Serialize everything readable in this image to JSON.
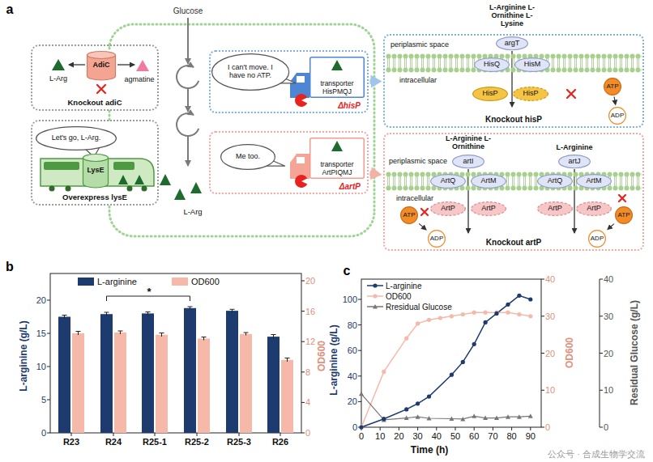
{
  "diagram": {
    "nodes": [
      {
        "text": [
          "Knockout adiC"
        ]
      },
      {
        "text": [
          "AdiC"
        ],
        "in": 0
      },
      {
        "text": [
          "Overexpress lysE"
        ]
      },
      {
        "text": [
          "Let's go, L-Arg."
        ],
        "in": 2
      },
      {
        "text": [
          "LysE"
        ],
        "in": 2
      },
      {
        "text": [
          "ΔhisP"
        ]
      },
      {
        "text": [
          "I can't move. I have no ATP."
        ],
        "in": 5
      },
      {
        "text": [
          "transporter HisPMQJ"
        ],
        "in": 5
      },
      {
        "text": [
          "ΔartP"
        ]
      },
      {
        "text": [
          "Me too."
        ],
        "in": 8
      },
      {
        "text": [
          "transporter ArtPIQMJ"
        ],
        "in": 8
      },
      {
        "text": [
          "Knockout hisP"
        ]
      },
      {
        "text": [
          "argT"
        ],
        "in": 11
      },
      {
        "text": [
          "HisQ"
        ],
        "in": 11
      },
      {
        "text": [
          "HisM"
        ],
        "in": 11
      },
      {
        "text": [
          "HisP"
        ],
        "in": 11
      },
      {
        "text": [
          "HisP"
        ],
        "in": 11
      },
      {
        "text": [
          "ATP"
        ],
        "in": 11
      },
      {
        "text": [
          "ADP"
        ],
        "in": 11
      },
      {
        "text": [
          "Knockout artP"
        ]
      },
      {
        "text": [
          "artI"
        ],
        "in": 19
      },
      {
        "text": [
          "ArtQ"
        ],
        "in": 19
      },
      {
        "text": [
          "ArtM"
        ],
        "in": 19
      },
      {
        "text": [
          "artJ"
        ],
        "in": 19
      },
      {
        "text": [
          "ArtQ"
        ],
        "in": 19
      },
      {
        "text": [
          "ArtM"
        ],
        "in": 19
      },
      {
        "text": [
          "ArtP"
        ],
        "in": 19
      },
      {
        "text": [
          "ArtP"
        ],
        "in": 19
      },
      {
        "text": [
          "ArtP"
        ],
        "in": 19
      },
      {
        "text": [
          "ArtP"
        ],
        "in": 19
      },
      {
        "text": [
          "ATP"
        ],
        "in": 19
      },
      {
        "text": [
          "ADP"
        ],
        "in": 19
      },
      {
        "text": [
          "ATP"
        ],
        "in": 19
      },
      {
        "text": [
          "ADP"
        ],
        "in": 19
      }
    ],
    "edges": [
      {
        "from": 5,
        "to": 11,
        "arrow": "to"
      },
      {
        "from": 8,
        "to": 19,
        "arrow": "to"
      },
      {
        "from": 17,
        "to": 18,
        "arrow": "to"
      },
      {
        "from": 30,
        "to": 31,
        "arrow": "to"
      },
      {
        "from": 32,
        "to": 33,
        "arrow": "to"
      }
    ],
    "labels": [
      "a",
      "Glucose",
      "L-Arg",
      "agmatine",
      "L-Arg",
      "L-Arginine L-Ornithine L-Lysine",
      "periplasmic space",
      "intracellular",
      "L-Arginine L-Ornithine",
      "L-Arginine",
      "periplasmic space",
      "intracellular",
      "b",
      "L-arginine (g/L)",
      "OD600",
      "0",
      "5",
      "10",
      "15",
      "20",
      "0",
      "4",
      "8",
      "12",
      "16",
      "20",
      "R23",
      "R24",
      "R25-1",
      "R25-2",
      "R25-3",
      "R26",
      "*",
      "c",
      "L-arginine (g/L)",
      "OD600",
      "Residual Glucose (g/L)",
      "0",
      "20",
      "40",
      "60",
      "80",
      "100",
      "0",
      "10",
      "20",
      "30",
      "40",
      "0",
      "10",
      "20",
      "30",
      "40",
      "0",
      "10",
      "20",
      "30",
      "40",
      "50",
      "60",
      "70",
      "80",
      "90",
      "Time (h)",
      "公众号 · 合成生物学交流"
    ],
    "legend": [
      {
        "text": "L-arginine",
        "color": "#1d3b6e"
      },
      {
        "text": "OD600",
        "color": "#f6b9a9"
      },
      {
        "text": "L-arginine"
      },
      {
        "text": "OD600"
      },
      {
        "text": "Rresidual Glucose"
      }
    ]
  }
}
